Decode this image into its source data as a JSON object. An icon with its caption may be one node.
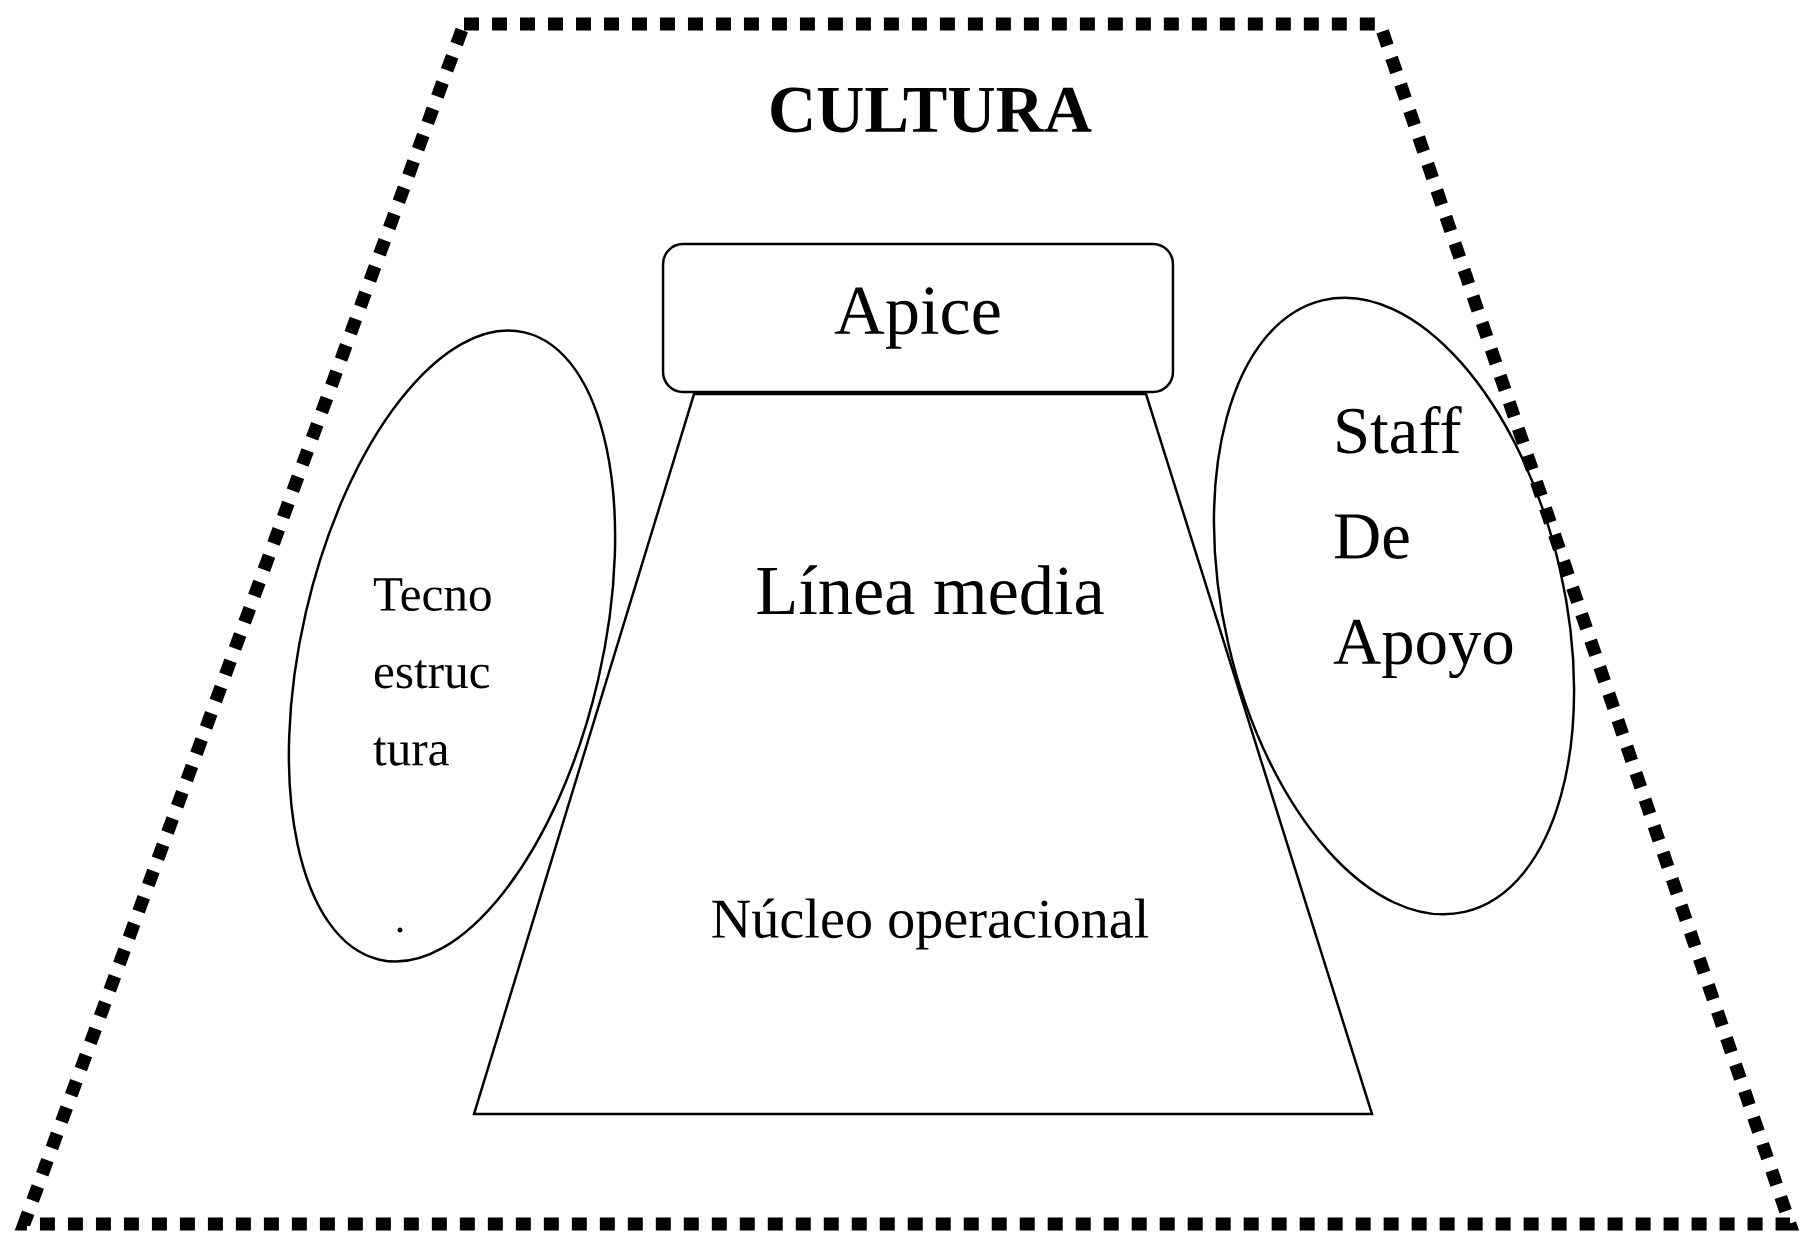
{
  "diagram": {
    "nodes": [
      {
        "text": [
          "CULTURA"
        ]
      },
      {
        "text": [
          "Apice"
        ],
        "in": 0
      },
      {
        "text": [
          "Línea media",
          "Núcleo operacional"
        ],
        "in": 0
      },
      {
        "text": [
          "Tecno estruc tura"
        ],
        "in": 0
      },
      {
        "text": [
          "Staff De Apoyo"
        ],
        "in": 0
      }
    ]
  }
}
